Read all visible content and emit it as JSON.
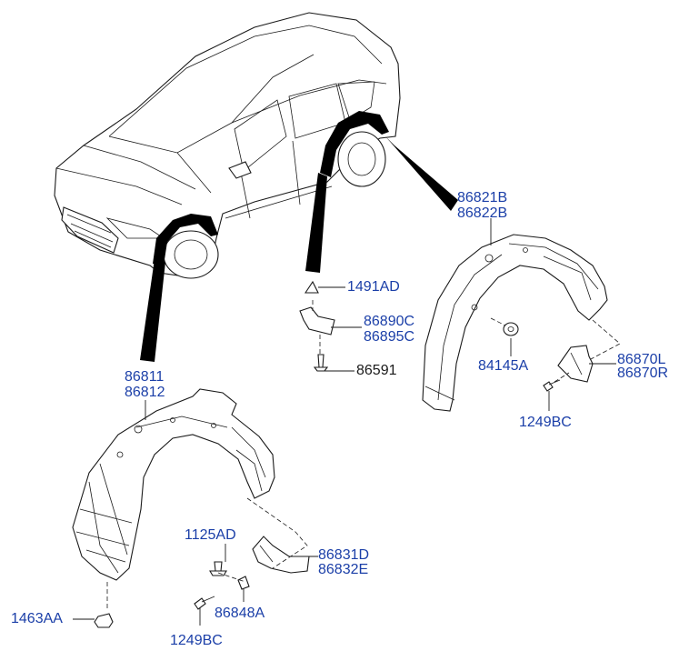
{
  "colors": {
    "callout": "#1b3fa8",
    "line": "#1a1a1a",
    "background": "#ffffff"
  },
  "labels": {
    "p86821B": "86821B",
    "p86822B": "86822B",
    "p1491AD": "1491AD",
    "p86890C": "86890C",
    "p86895C": "86895C",
    "p86591": "86591",
    "p84145A": "84145A",
    "p86870L": "86870L",
    "p86870R": "86870R",
    "p1249BC_top": "1249BC",
    "p86811": "86811",
    "p86812": "86812",
    "p1125AD": "1125AD",
    "p86831D": "86831D",
    "p86832E": "86832E",
    "p86848A": "86848A",
    "p1463AA": "1463AA",
    "p1249BC_bottom": "1249BC"
  }
}
